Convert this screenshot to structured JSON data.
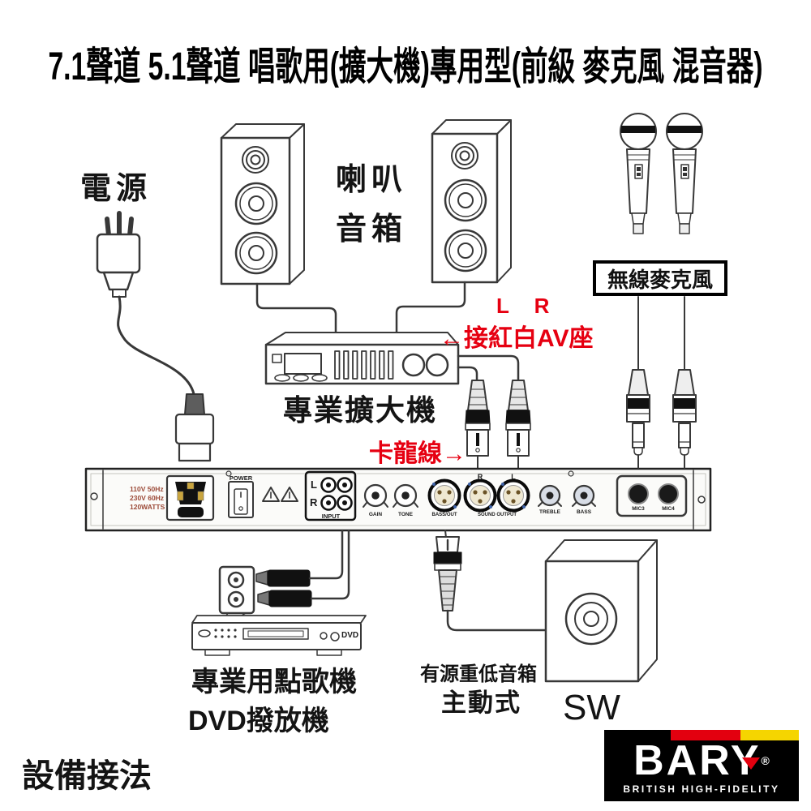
{
  "title": "7.1聲道 5.1聲道 唱歌用(擴大機)專用型(前級 麥克風 混音器)",
  "diagram": {
    "power_label": "電源",
    "speaker_label_1": "喇叭",
    "speaker_label_2": "音箱",
    "wireless_mic_label": "無線麥克風",
    "lr_note": "L R",
    "av_note": "←接紅白AV座",
    "amplifier_label": "專業擴大機",
    "xlr_cable_note": "卡龍線→",
    "karaoke_machine_label": "專業用點歌機",
    "dvd_player_label": "DVD撥放機",
    "dvd_badge": "DVD",
    "subwoofer_type_label": "有源重低音箱",
    "subwoofer_mode_label": "主動式",
    "subwoofer_abbr": "SW",
    "setup_label": "設備接法"
  },
  "mixer_panel": {
    "voltage_line1": "110V 50Hz",
    "voltage_line2": "230V 60Hz",
    "voltage_line3": "120WATTS",
    "power_switch_label": "POWER",
    "input_left": "L",
    "input_right": "R",
    "input_label": "INPUT",
    "gain_label": "GAIN",
    "tone_label": "TONE",
    "xlr_bass_label": "BASS/OUT",
    "xlr_sound_label": "SOUND OUTPUT",
    "xlr_r": "R",
    "xlr_l": "L",
    "treble_label": "TREBLE",
    "bass_label": "BASS",
    "mic_jack_left": "MIC3",
    "mic_jack_right": "MIC4"
  },
  "brand": {
    "name": "BARY",
    "registered": "®",
    "tagline": "BRITISH HIGH-FIDELITY"
  },
  "colors": {
    "annotation_red": "#e60011",
    "line_dark": "#383838",
    "stripe_red": "#e3000f",
    "stripe_yellow": "#f5d500",
    "logo_bg": "#000000"
  }
}
